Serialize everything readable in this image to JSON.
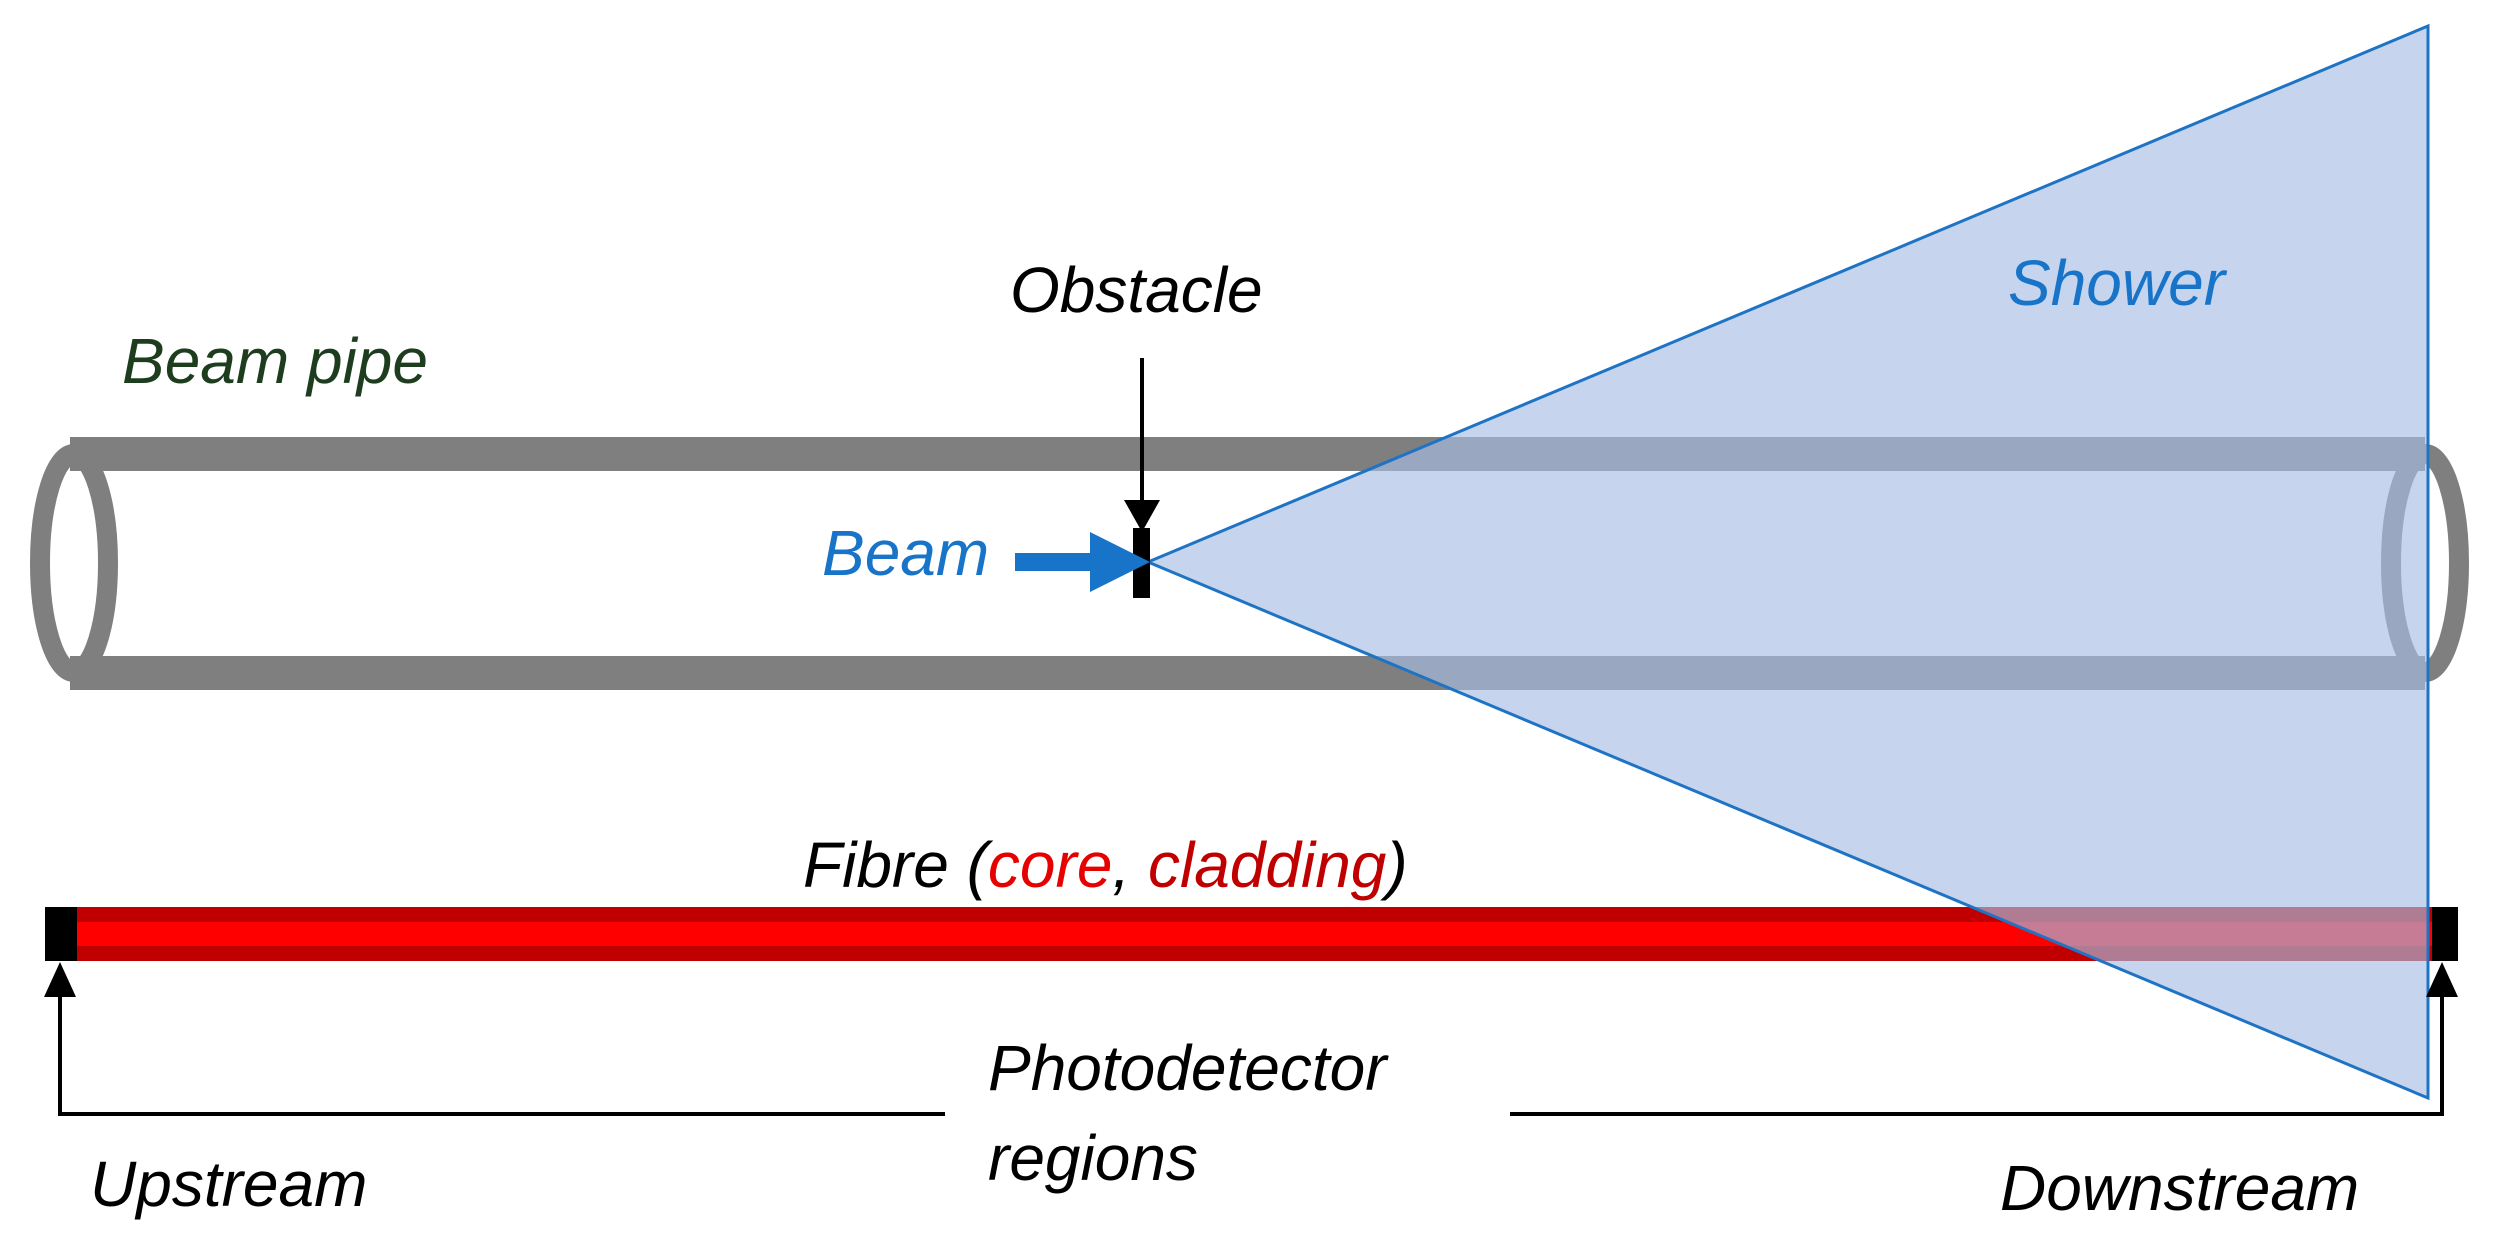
{
  "labels": {
    "beam_pipe": "Beam pipe",
    "obstacle": "Obstacle",
    "shower": "Shower",
    "beam": "Beam",
    "fibre_prefix": "Fibre (",
    "fibre_core": "core",
    "fibre_comma": ", ",
    "fibre_cladding": "cladding",
    "fibre_suffix": ")",
    "photodetector_line1": "Photodetector",
    "photodetector_line2": "regions",
    "upstream": "Upstream",
    "downstream": "Downstream"
  },
  "colors": {
    "pipe": "#7f7f7f",
    "beam_pipe_label": "#1e3d1e",
    "blue_label": "#1874c8",
    "shower_fill": "#a8bfe3",
    "shower_edge": "#1f73c4",
    "core": "#ff0000",
    "cladding": "#c00000",
    "core_label": "#e60000",
    "cladding_label": "#c00000",
    "detector": "#000000",
    "text": "#000000"
  }
}
